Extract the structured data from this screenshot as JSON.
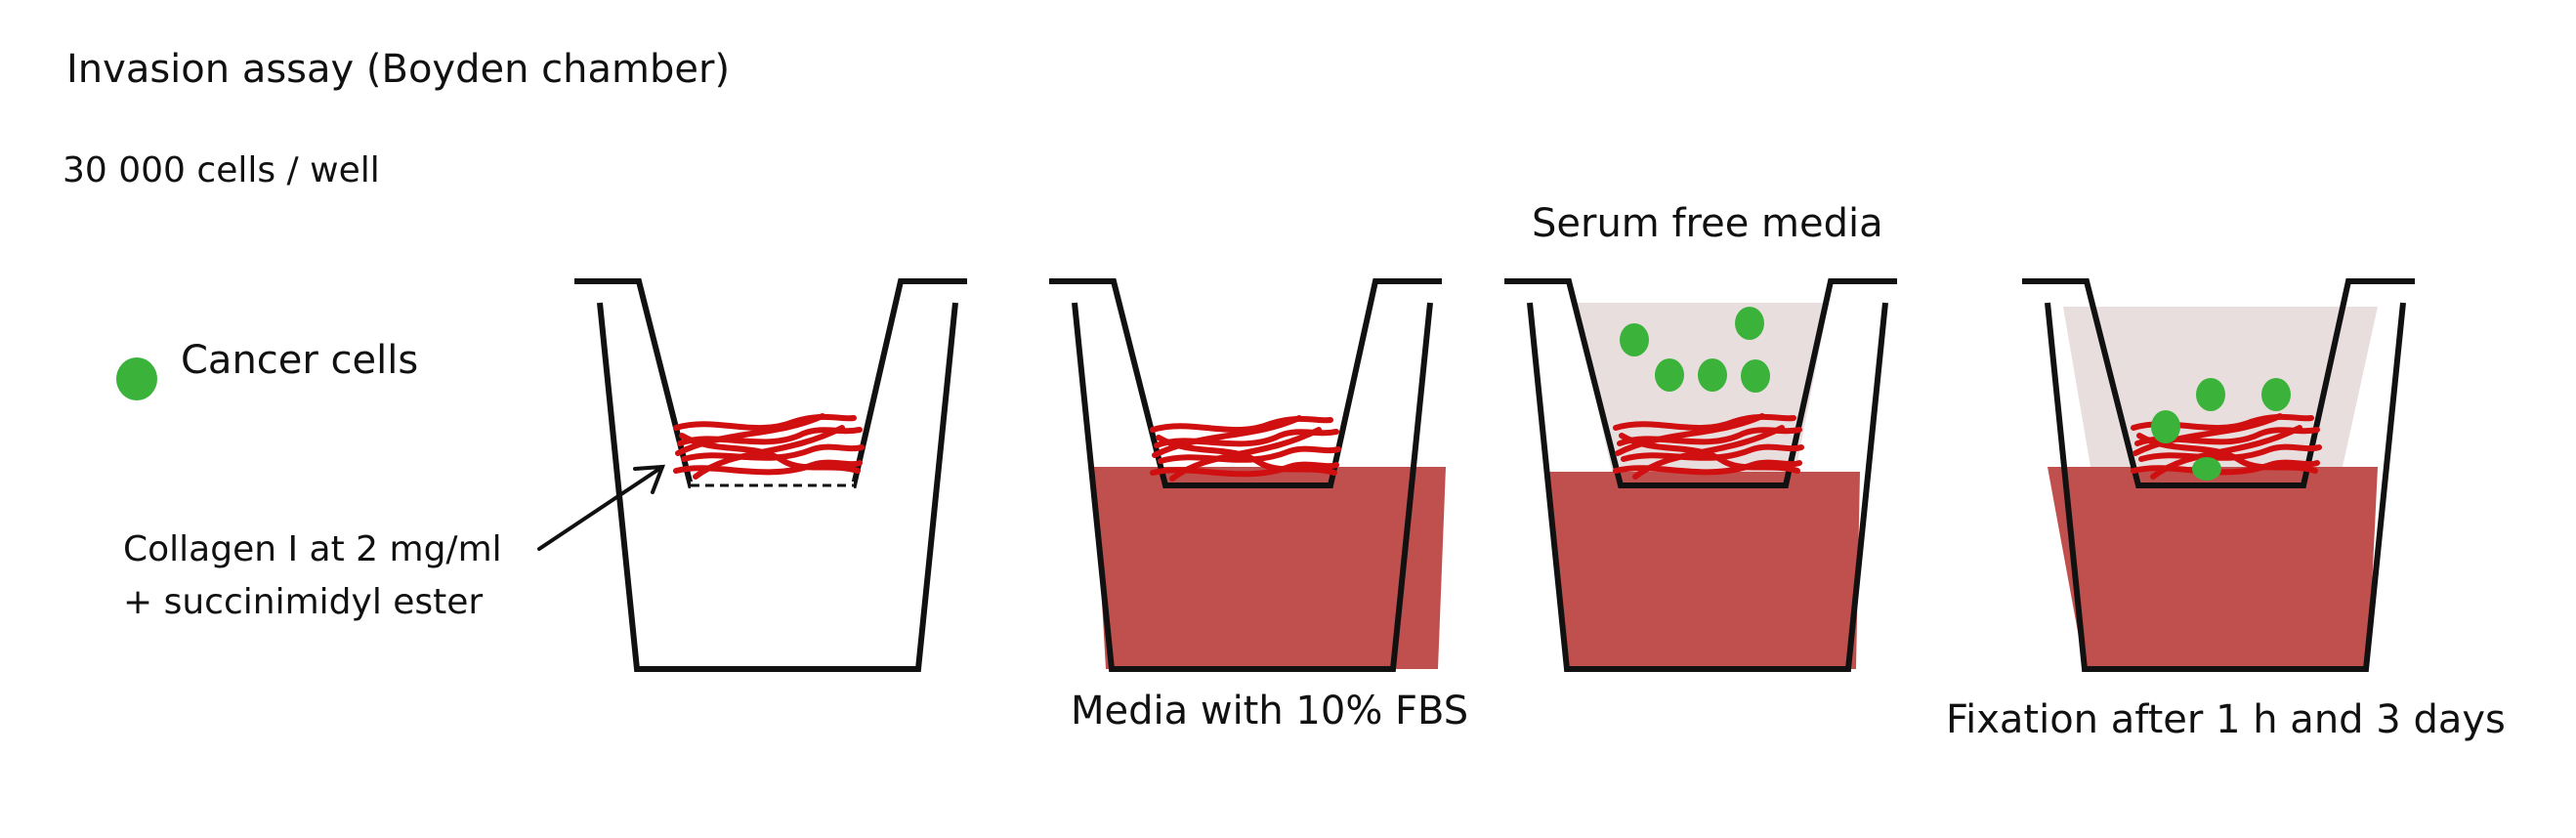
{
  "title": "Invasion assay (Boyden chamber)",
  "cell_density": "30 000 cells / well",
  "legend": {
    "label": "Cancer cells",
    "color": "#3bb33b",
    "icon": "green-dot-icon"
  },
  "collagen_note": {
    "line1": "Collagen I  at 2 mg/ml",
    "line2": "+ succinimidyl ester"
  },
  "colors": {
    "media_fbs": "#c0504d",
    "serum_free": "#e9dede",
    "collagen": "#d01010",
    "outline": "#111111"
  },
  "steps": [
    {
      "id": "coated-insert",
      "label": ""
    },
    {
      "id": "fbs-media",
      "label": "Media with 10% FBS"
    },
    {
      "id": "serum-free",
      "label": "Serum free media"
    },
    {
      "id": "fixation",
      "label": "Fixation after 1 h and 3 days"
    }
  ]
}
